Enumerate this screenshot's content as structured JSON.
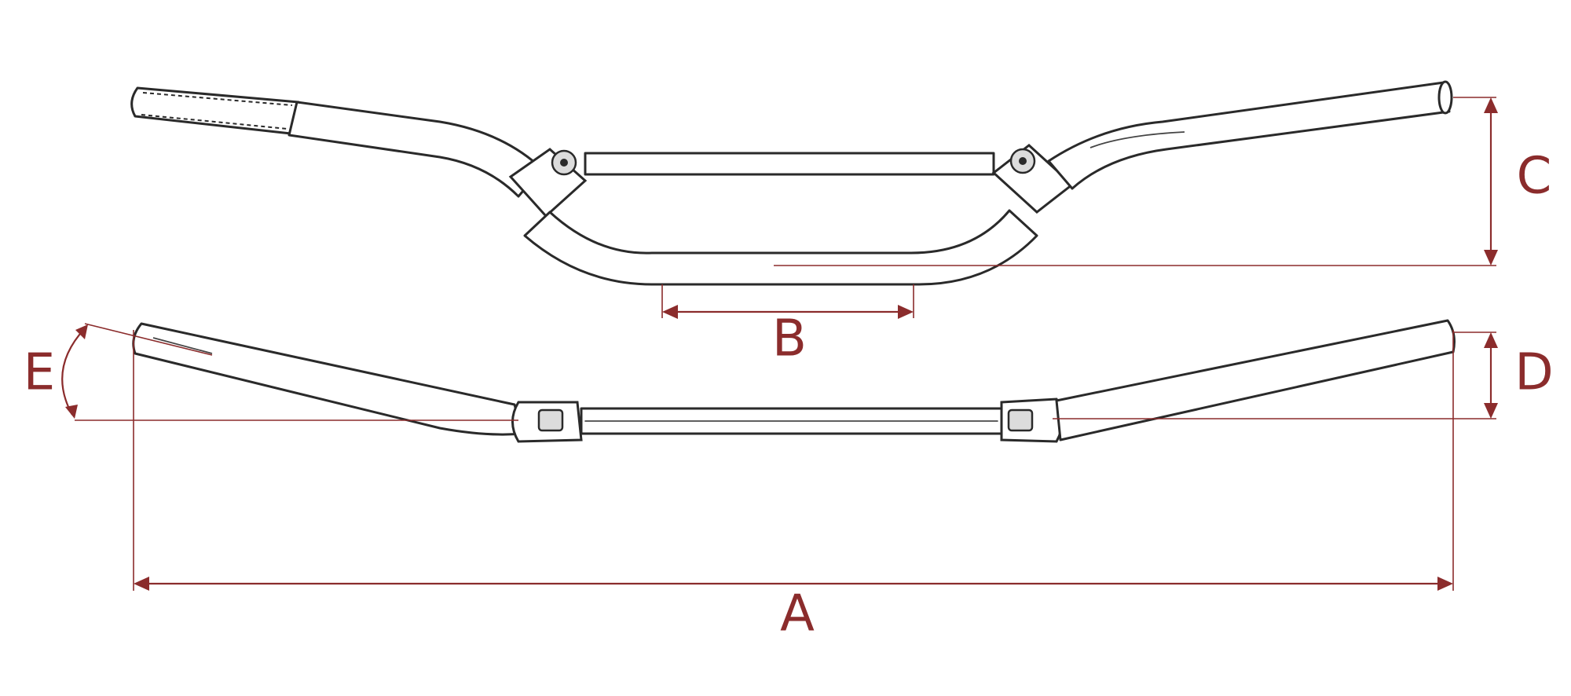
{
  "colors": {
    "dimension": "#8b2c2c",
    "drawing": "#2a2a2a"
  },
  "labels": {
    "A": "A",
    "B": "B",
    "C": "C",
    "D": "D",
    "E": "E"
  }
}
